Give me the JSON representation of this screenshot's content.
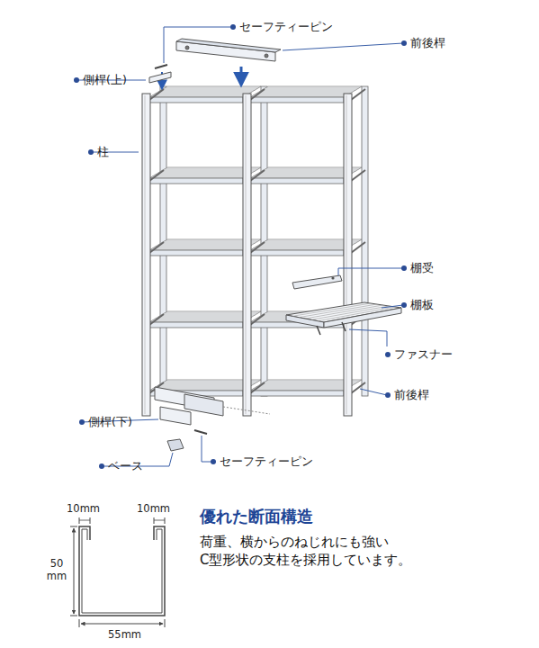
{
  "diagram": {
    "labels": [
      "セーフティーピン",
      "前後桿",
      "側桿(上)",
      "柱",
      "棚受",
      "棚板",
      "ファスナー",
      "前後桿",
      "側桿(下)",
      "ベース",
      "セーフティーピン",
      "10mm",
      "10mm",
      "50 mm",
      "55mm",
      "優れた断面構造",
      "荷重、横からのねじれにも強い C型形状の支柱を採用しています。"
    ]
  }
}
